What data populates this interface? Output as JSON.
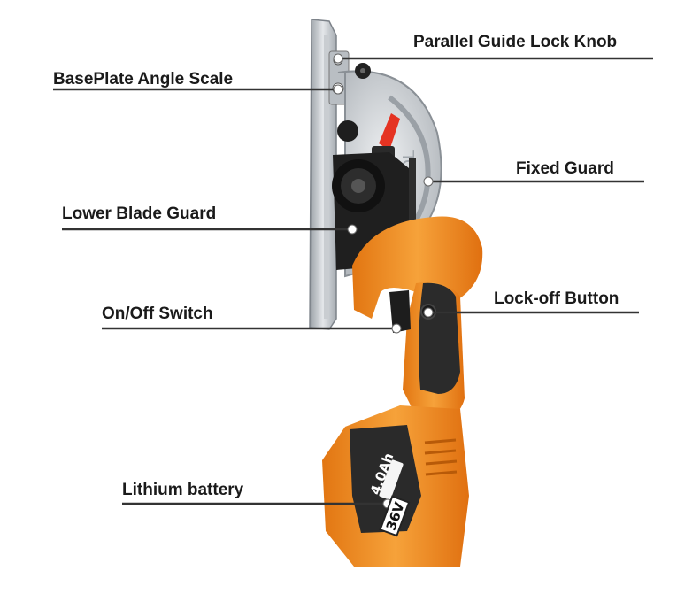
{
  "callouts": {
    "parallel_guide_lock_knob": "Parallel Guide Lock Knob",
    "baseplate_angle_scale": "BasePlate Angle Scale",
    "fixed_guard": "Fixed Guard",
    "lower_blade_guard": "Lower Blade Guard",
    "lock_off_button": "Lock-off Button",
    "on_off_switch": "On/Off Switch",
    "lithium_battery": "Lithium battery"
  },
  "battery": {
    "capacity": "4.0Ah",
    "voltage": "36V"
  },
  "colors": {
    "body_orange": "#f08a1e",
    "grip_dark": "#2b2b2b",
    "blade_silver": "#c8ccd0",
    "leader_line": "#333333",
    "lever_red": "#e53322"
  }
}
